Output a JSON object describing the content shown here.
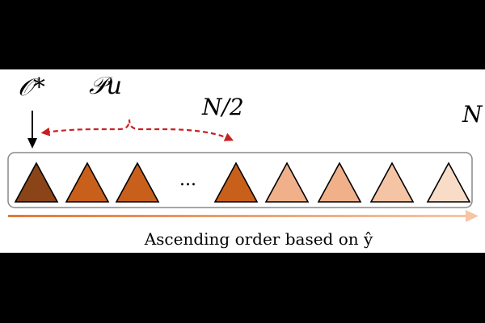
{
  "labels": {
    "optimal": "𝒪*",
    "pool": "𝒫u",
    "half": "N/2",
    "full": "N",
    "ellipsis": "···",
    "caption": "Ascending order based on ŷ"
  },
  "items": {
    "fills": [
      "#8a4418",
      "#c8601c",
      "#c8601c",
      "#c8601c",
      "#f0b08a",
      "#f0b08a",
      "#f5c4a4",
      "#f8dcc8"
    ]
  },
  "colors": {
    "arrow": "#e88a4a",
    "bracket": "#cc1f1f",
    "outline": "#000000",
    "box": "#888888"
  }
}
